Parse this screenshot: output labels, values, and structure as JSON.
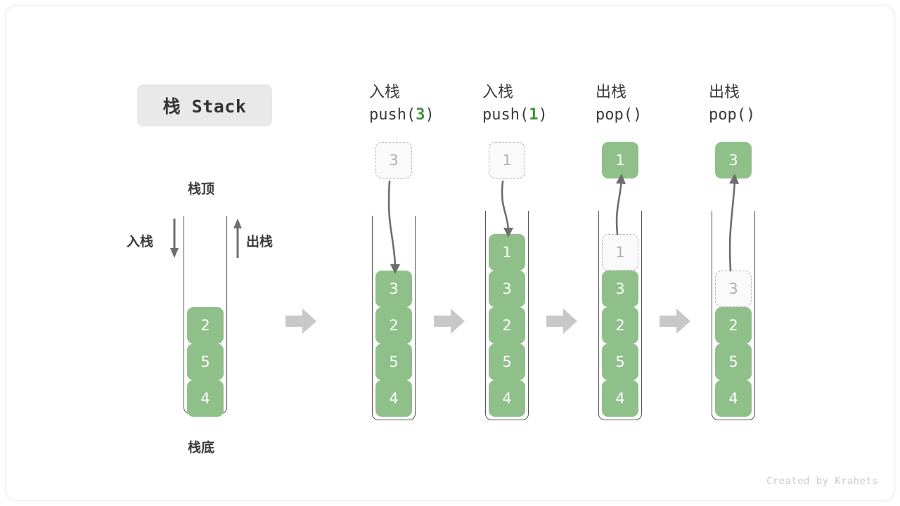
{
  "title": {
    "text": "栈 Stack"
  },
  "labels": {
    "top": "栈顶",
    "bottom": "栈底",
    "push": "入栈",
    "pop": "出栈"
  },
  "footer": {
    "credit": "Created by Krahets"
  },
  "colors": {
    "cell_fill": "#8fc08a",
    "cell_text": "#ffffff",
    "ghost_fill": "#fafafa",
    "ghost_border": "#b4b4b4",
    "ghost_text": "#b0b0b0",
    "accent_number": "#3f9140",
    "container_line": "#555555",
    "sep_arrow": "#c8c8c8",
    "curve_arrow": "#6e6e6e",
    "chip_bg": "#e9e9e9"
  },
  "columns": [
    {
      "id": "initial",
      "head_cn": "",
      "head_code": "",
      "code_arg": "",
      "stack": [
        "2",
        "5",
        "4"
      ],
      "floating": null,
      "ghost_index": -1,
      "direction": ""
    },
    {
      "id": "push-3",
      "head_cn": "入栈",
      "head_code_prefix": "push(",
      "code_arg": "3",
      "head_code_suffix": ")",
      "stack": [
        "3",
        "2",
        "5",
        "4"
      ],
      "floating": {
        "value": "3",
        "style": "ghost"
      },
      "ghost_index": -1,
      "direction": "down"
    },
    {
      "id": "push-1",
      "head_cn": "入栈",
      "head_code_prefix": "push(",
      "code_arg": "1",
      "head_code_suffix": ")",
      "stack": [
        "1",
        "3",
        "2",
        "5",
        "4"
      ],
      "floating": {
        "value": "1",
        "style": "ghost"
      },
      "ghost_index": -1,
      "direction": "down"
    },
    {
      "id": "pop-1",
      "head_cn": "出栈",
      "head_code_prefix": "pop(",
      "code_arg": "",
      "head_code_suffix": ")",
      "stack": [
        "1",
        "3",
        "2",
        "5",
        "4"
      ],
      "floating": {
        "value": "1",
        "style": "filled"
      },
      "ghost_index": 0,
      "direction": "up"
    },
    {
      "id": "pop-2",
      "head_cn": "出栈",
      "head_code_prefix": "pop(",
      "code_arg": "",
      "head_code_suffix": ")",
      "stack": [
        "3",
        "2",
        "5",
        "4"
      ],
      "floating": {
        "value": "3",
        "style": "filled"
      },
      "ghost_index": 0,
      "direction": "up"
    }
  ]
}
